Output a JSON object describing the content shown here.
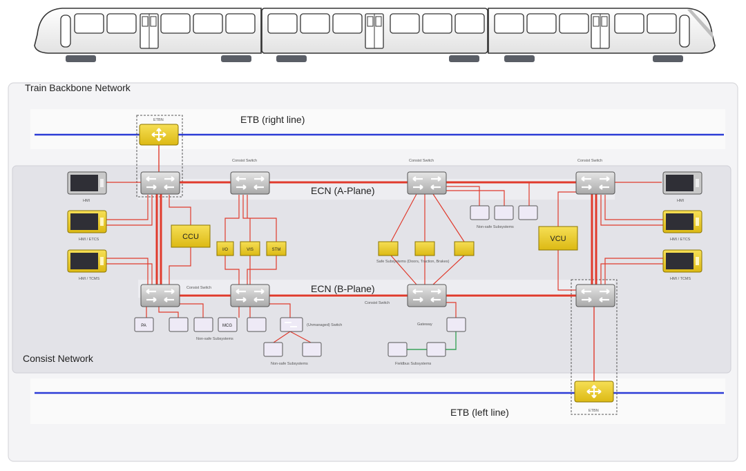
{
  "labels": {
    "backbone_title": "Train Backbone Network",
    "consist_title": "Consist Network",
    "etb_right": "ETB (right line)",
    "etb_left": "ETB (left line)",
    "ecn_a": "ECN (A-Plane)",
    "ecn_b": "ECN (B-Plane)",
    "etbn": "ETBN",
    "consist_switch": "Consist Switch",
    "hmi": "HMI",
    "hmi_etcs": "HMI / ETCS",
    "hmi_tcms": "HMI / TCMS",
    "ccu": "CCU",
    "vcu": "VCU",
    "io": "I/O",
    "vis": "VIS",
    "stm": "STM",
    "pa": "PA",
    "mcg": "MCG",
    "unmanaged_switch": "(Unmanaged) Switch",
    "non_safe": "Non-safe Subsystems",
    "safe_subsystems": "Safe Subsystems (Doors, Traction, Brakes)",
    "gateway": "Gateway",
    "fieldbus": "Fieldbus Subsystems"
  },
  "colors": {
    "backbone_line": "#2b3bd6",
    "consist_link": "#e03a2c",
    "yellow_device": "#f2d22e",
    "switch_gray": "#c9c9c9",
    "subsystem_fill": "#eeeaf6",
    "fieldbus_link": "#3aa35a"
  },
  "icons": [
    "train-icon",
    "switch-icon",
    "etbn-router-icon",
    "hmi-monitor-icon"
  ]
}
